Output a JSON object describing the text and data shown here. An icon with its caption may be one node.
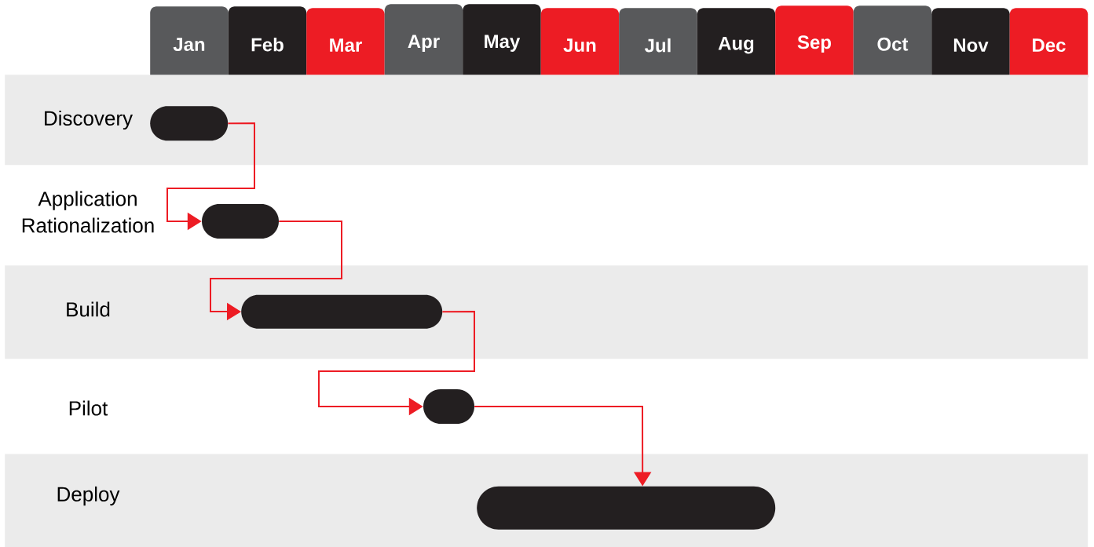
{
  "diagram": {
    "nodes": [
      {
        "text": [
          "Jan"
        ]
      },
      {
        "text": [
          "Feb"
        ]
      },
      {
        "text": [
          "Mar"
        ]
      },
      {
        "text": [
          "Apr"
        ]
      },
      {
        "text": [
          "May"
        ]
      },
      {
        "text": [
          "Jun"
        ]
      },
      {
        "text": [
          "Jul"
        ]
      },
      {
        "text": [
          "Aug"
        ]
      },
      {
        "text": [
          "Sep"
        ]
      },
      {
        "text": [
          "Oct"
        ]
      },
      {
        "text": [
          "Nov"
        ]
      },
      {
        "text": [
          "Dec"
        ]
      },
      {
        "text": [
          "Discovery"
        ]
      },
      {
        "text": [],
        "shape": "bar",
        "in": 12
      },
      {
        "text": [],
        "shape": "bar"
      },
      {
        "text": [
          "Build"
        ]
      },
      {
        "text": [],
        "shape": "bar",
        "in": 15
      },
      {
        "text": [],
        "shape": "bar"
      },
      {
        "text": [
          "Deploy"
        ]
      },
      {
        "text": [],
        "shape": "bar",
        "in": 18
      }
    ],
    "edges": [
      {
        "from": 13,
        "to": 14,
        "arrow": "to"
      },
      {
        "from": 14,
        "to": 16,
        "arrow": "to"
      },
      {
        "from": 16,
        "to": 17,
        "arrow": "to"
      },
      {
        "from": 17,
        "to": 19,
        "arrow": "to"
      }
    ],
    "labels": [
      "Application Rationalization",
      "Pilot"
    ]
  }
}
